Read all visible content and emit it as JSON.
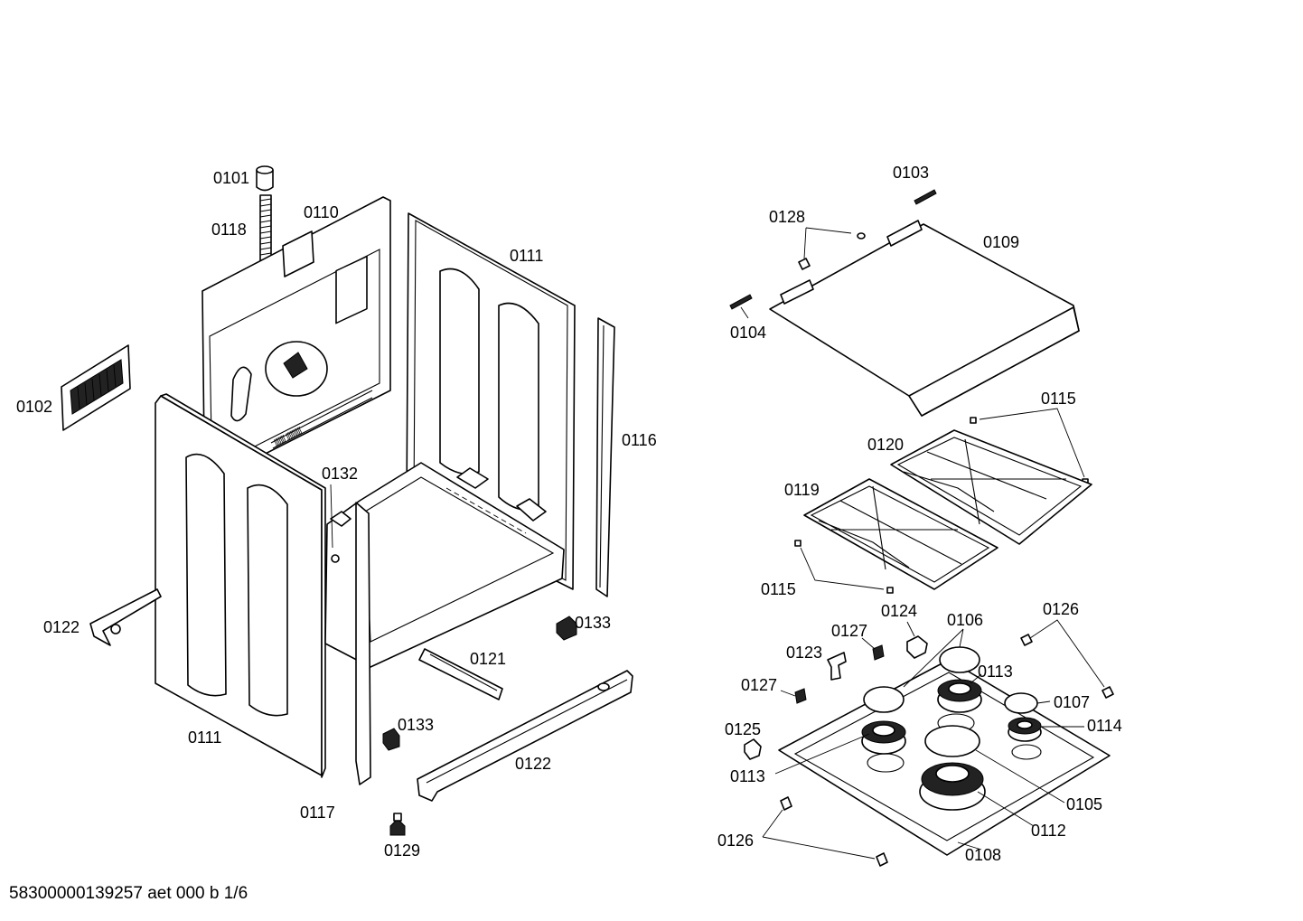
{
  "labels": {
    "l0101": "0101",
    "l0118": "0118",
    "l0110": "0110",
    "l0111a": "0111",
    "l0102": "0102",
    "l0116": "0116",
    "l0132": "0132",
    "l0122a": "0122",
    "l0133a": "0133",
    "l0121": "0121",
    "l0111b": "0111",
    "l0133b": "0133",
    "l0122b": "0122",
    "l0117": "0117",
    "l0129": "0129",
    "l0103": "0103",
    "l0128": "0128",
    "l0109": "0109",
    "l0104": "0104",
    "l0115a": "0115",
    "l0120": "0120",
    "l0119": "0119",
    "l0115b": "0115",
    "l0124": "0124",
    "l0106": "0106",
    "l0126a": "0126",
    "l0127a": "0127",
    "l0123": "0123",
    "l0113a": "0113",
    "l0127b": "0127",
    "l0107": "0107",
    "l0125": "0125",
    "l0114": "0114",
    "l0113b": "0113",
    "l0105": "0105",
    "l0112": "0112",
    "l0126b": "0126",
    "l0108": "0108"
  },
  "footer": "58300000139257 aet 000 b 1/6"
}
